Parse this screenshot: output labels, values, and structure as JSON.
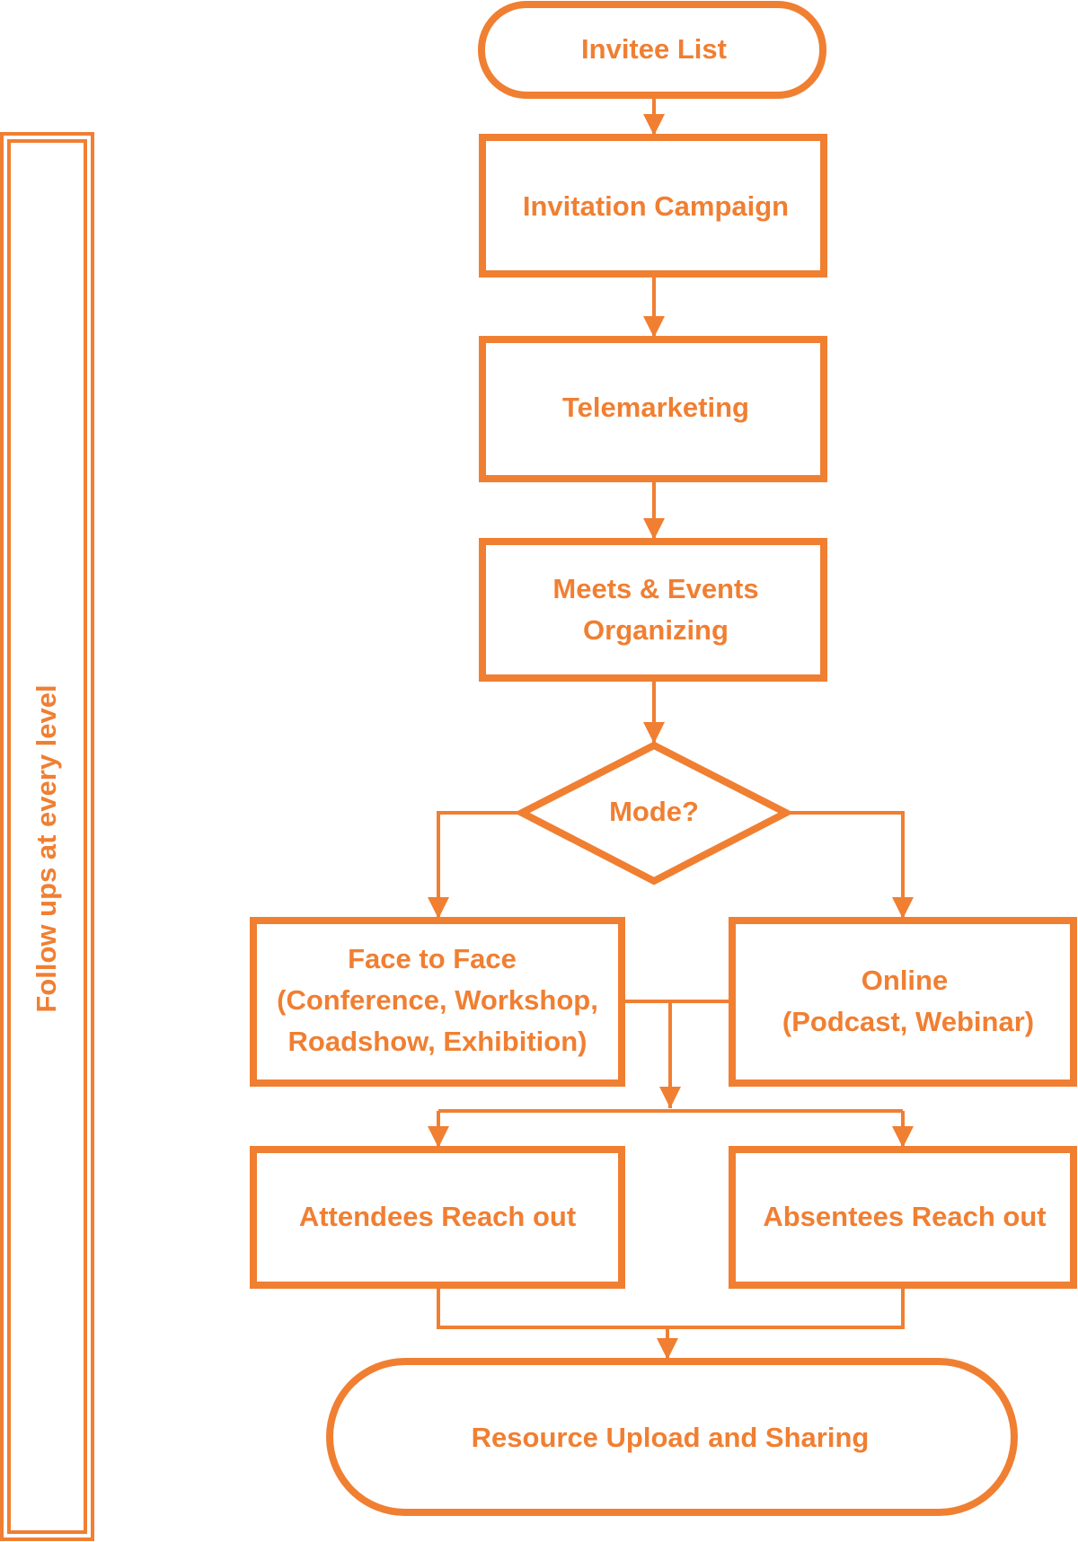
{
  "diagram": {
    "accent_color": "#F07F32",
    "nodes": {
      "invitee_list": "Invitee List",
      "invitation_campaign": "Invitation Campaign",
      "telemarketing": "Telemarketing",
      "meets_events": {
        "line1": "Meets & Events",
        "line2": "Organizing"
      },
      "mode_decision": "Mode?",
      "face_to_face": {
        "line1": "Face  to Face",
        "line2": "(Conference, Workshop,",
        "line3": "Roadshow, Exhibition)"
      },
      "online": {
        "line1": "Online",
        "line2": "(Podcast, Webinar)"
      },
      "attendees_reach_out": "Attendees Reach out",
      "absentees_reach_out": "Absentees Reach out",
      "resource_upload": "Resource Upload and Sharing"
    },
    "side_panel": {
      "label": "Follow ups at every level"
    },
    "edges": [
      {
        "from": "invitee_list",
        "to": "invitation_campaign"
      },
      {
        "from": "invitation_campaign",
        "to": "telemarketing"
      },
      {
        "from": "telemarketing",
        "to": "meets_events"
      },
      {
        "from": "meets_events",
        "to": "mode_decision"
      },
      {
        "from": "mode_decision",
        "to": "face_to_face"
      },
      {
        "from": "mode_decision",
        "to": "online"
      },
      {
        "from": "face_to_face",
        "to": "attendees_reach_out"
      },
      {
        "from": "face_to_face",
        "to": "absentees_reach_out"
      },
      {
        "from": "online",
        "to": "attendees_reach_out"
      },
      {
        "from": "online",
        "to": "absentees_reach_out"
      },
      {
        "from": "attendees_reach_out",
        "to": "resource_upload"
      },
      {
        "from": "absentees_reach_out",
        "to": "resource_upload"
      }
    ]
  }
}
